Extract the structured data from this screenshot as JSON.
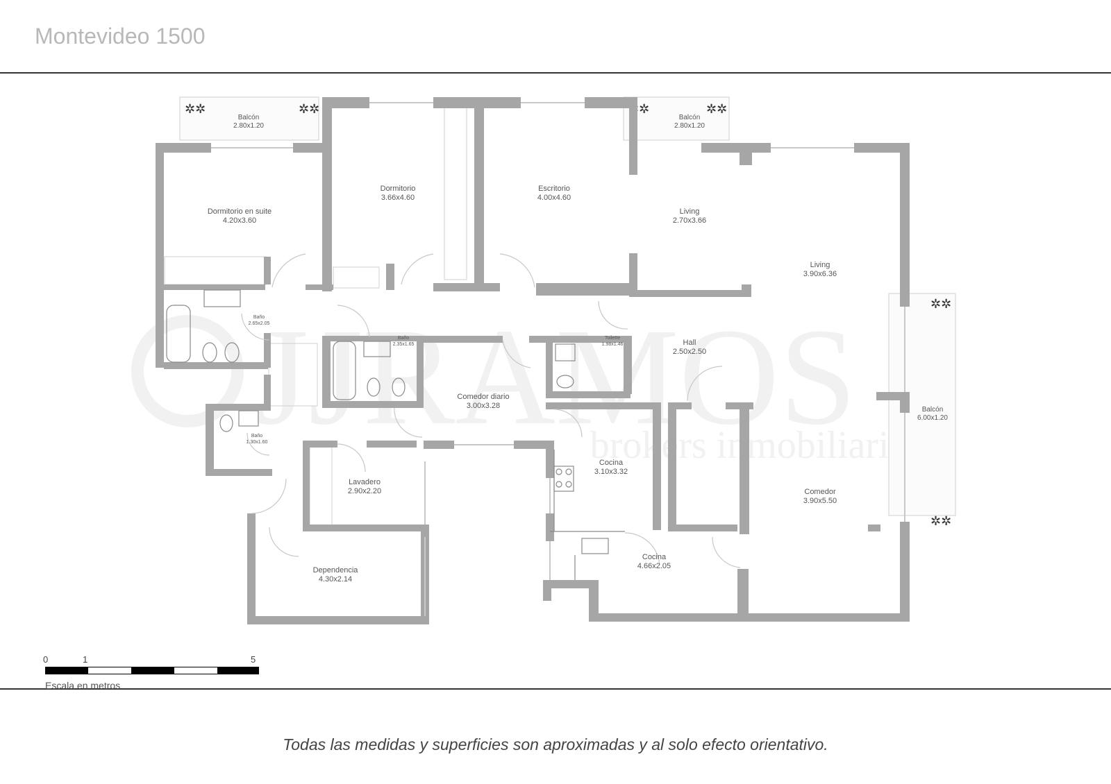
{
  "title": "Montevideo 1500",
  "disclaimer": "Todas las medidas y superficies son aproximadas y al solo efecto orientativo.",
  "watermark": {
    "brand": "JJRAMOS",
    "tagline": "brokers inmobiliarios"
  },
  "scale": {
    "caption": "Escala en metros",
    "ticks": [
      "0",
      "1",
      "5"
    ]
  },
  "rooms": [
    {
      "id": "balcon-left",
      "name": "Balcón",
      "size": "2.80x1.20"
    },
    {
      "id": "balcon-mid",
      "name": "Balcón",
      "size": "2.80x1.20"
    },
    {
      "id": "balcon-right",
      "name": "Balcón",
      "size": "6.00x1.20"
    },
    {
      "id": "dormitorio-suite",
      "name": "Dormitorio en suite",
      "size": "4.20x3.60"
    },
    {
      "id": "dormitorio",
      "name": "Dormitorio",
      "size": "3.66x4.60"
    },
    {
      "id": "escritorio",
      "name": "Escritorio",
      "size": "4.00x4.60"
    },
    {
      "id": "living-small",
      "name": "Living",
      "size": "2.70x3.66"
    },
    {
      "id": "living-large",
      "name": "Living",
      "size": "3.90x6.36"
    },
    {
      "id": "bano-suite",
      "name": "Baño",
      "size": "2.65x2.05"
    },
    {
      "id": "bano-2",
      "name": "Baño",
      "size": "2.35x1.65"
    },
    {
      "id": "toilette",
      "name": "Toilette",
      "size": "1.98x1.46"
    },
    {
      "id": "hall",
      "name": "Hall",
      "size": "2.50x2.50"
    },
    {
      "id": "comedor-diario",
      "name": "Comedor diario",
      "size": "3.00x3.28"
    },
    {
      "id": "bano-3",
      "name": "Baño",
      "size": "1.30x1.60"
    },
    {
      "id": "cocina-1",
      "name": "Cocina",
      "size": "3.10x3.32"
    },
    {
      "id": "lavadero",
      "name": "Lavadero",
      "size": "2.90x2.20"
    },
    {
      "id": "comedor",
      "name": "Comedor",
      "size": "3.90x5.50"
    },
    {
      "id": "cocina-2",
      "name": "Cocina",
      "size": "4.66x2.05"
    },
    {
      "id": "dependencia",
      "name": "Dependencia",
      "size": "4.30x2.14"
    }
  ],
  "colors": {
    "wall": "#a6a6a6",
    "line": "#c8c8c8",
    "text": "#555555",
    "watermark": "#f1f1f1"
  }
}
